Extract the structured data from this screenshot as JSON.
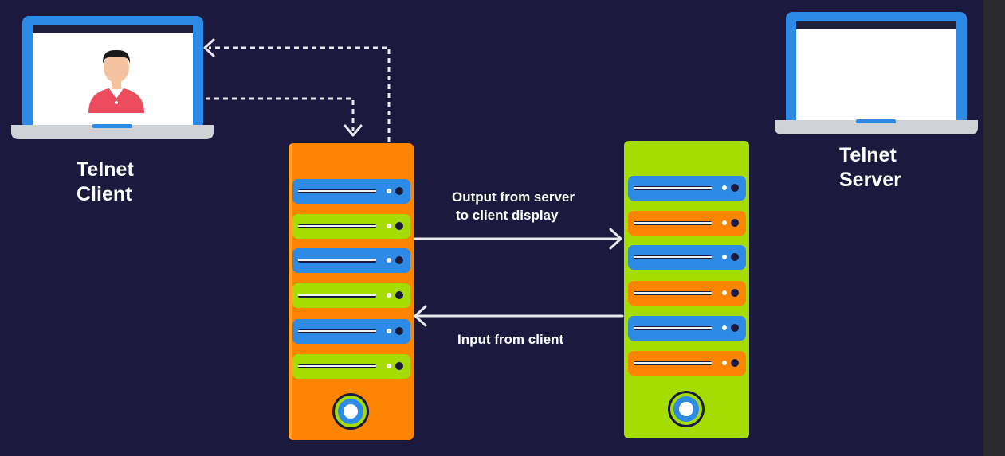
{
  "nodes": {
    "client": {
      "label_line1": "Telnet",
      "label_line2": "Client"
    },
    "server": {
      "label_line1": "Telnet",
      "label_line2": "Server"
    }
  },
  "edges": {
    "output": {
      "label_line1": "Output from server",
      "label_line2": "to client display"
    },
    "input": {
      "label": "Input from client"
    }
  },
  "colors": {
    "background": "#1b1a3e",
    "laptop_frame": "#2d8be6",
    "laptop_base": "#cfd3d8",
    "client_tower": "#fb8500",
    "server_tower": "#a5dc02",
    "drive_blue": "#2d8be6",
    "drive_green": "#a5dc02",
    "drive_orange": "#fb8500",
    "arrow": "#e8e8ee"
  },
  "icons": {
    "client_laptop": "laptop-with-user-icon",
    "server_laptop": "laptop-icon",
    "client_tower": "server-tower-icon",
    "server_tower": "server-tower-icon"
  }
}
